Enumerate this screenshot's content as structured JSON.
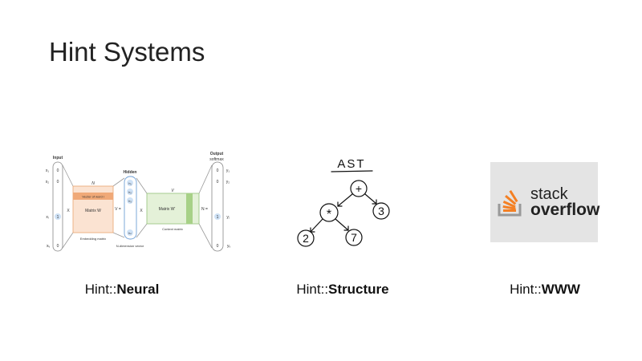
{
  "slide": {
    "title": "Hint Systems"
  },
  "neural": {
    "input_label": "Input",
    "hidden_label": "Hidden",
    "output_label": "Output",
    "softmax_label": "softmax",
    "x1": "x₁",
    "x2": "x₂",
    "xi": "xᵢ",
    "xv": "xᵥ",
    "y1": "y₁",
    "y2": "y₂",
    "yj": "yⱼ",
    "yv": "yᵥ",
    "zero": "0",
    "one": "1",
    "n_top": "N",
    "v_top": "V",
    "times": "X",
    "v_eq": "V =",
    "n_eq": "N =",
    "vector_of_word": "Vector of word i",
    "matrix_w": "Matrix W",
    "matrix_w2": "Matrix W'",
    "embedding_matrix": "Embedding matrix",
    "context_matrix": "Context matrix",
    "ndim_vector": "N-dimension vector",
    "h1": "h₁",
    "h2": "h₂",
    "h3": "h₃",
    "hn": "hₙ",
    "caption_prefix": "Hint::",
    "caption_bold": "Neural"
  },
  "ast": {
    "title": "AST",
    "nodes": {
      "plus": "+",
      "times": "*",
      "three": "3",
      "two": "2",
      "seven": "7"
    },
    "caption_prefix": "Hint::",
    "caption_bold": "Structure"
  },
  "www": {
    "logo_top": "stack",
    "logo_bottom": "overflow",
    "logo_color": "#f48024",
    "caption_prefix": "Hint::",
    "caption_bold": "WWW"
  }
}
